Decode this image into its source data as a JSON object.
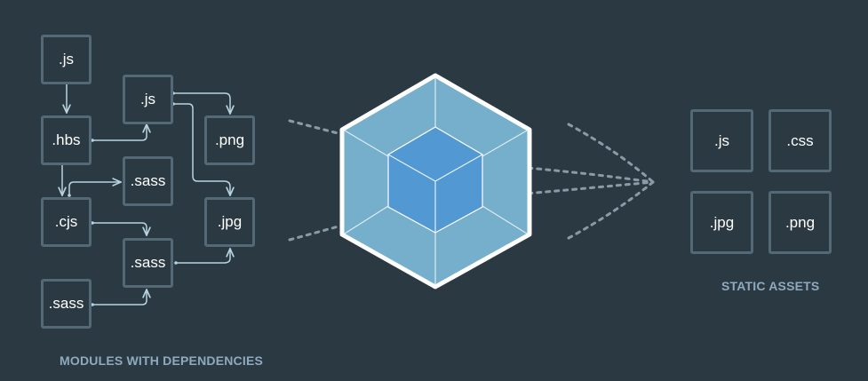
{
  "modules": {
    "caption": "MODULES WITH DEPENDENCIES",
    "items": [
      {
        "id": "m1",
        "label": ".js"
      },
      {
        "id": "m2",
        "label": ".hbs"
      },
      {
        "id": "m3",
        "label": ".cjs"
      },
      {
        "id": "m4",
        "label": ".sass"
      },
      {
        "id": "m5",
        "label": ".js"
      },
      {
        "id": "m6",
        "label": ".sass"
      },
      {
        "id": "m7",
        "label": ".sass"
      },
      {
        "id": "m8",
        "label": ".png"
      },
      {
        "id": "m9",
        "label": ".jpg"
      }
    ]
  },
  "assets": {
    "caption": "STATIC ASSETS",
    "items": [
      {
        "id": "a1",
        "label": ".js"
      },
      {
        "id": "a2",
        "label": ".css"
      },
      {
        "id": "a3",
        "label": ".jpg"
      },
      {
        "id": "a4",
        "label": ".png"
      }
    ]
  },
  "colors": {
    "background": "#2b3a42",
    "box_border": "#546976",
    "arrow": "#b8d3e0",
    "cube_outer": "#75afcc",
    "cube_inner": "#5299d4",
    "caption": "#8fa9bf"
  }
}
